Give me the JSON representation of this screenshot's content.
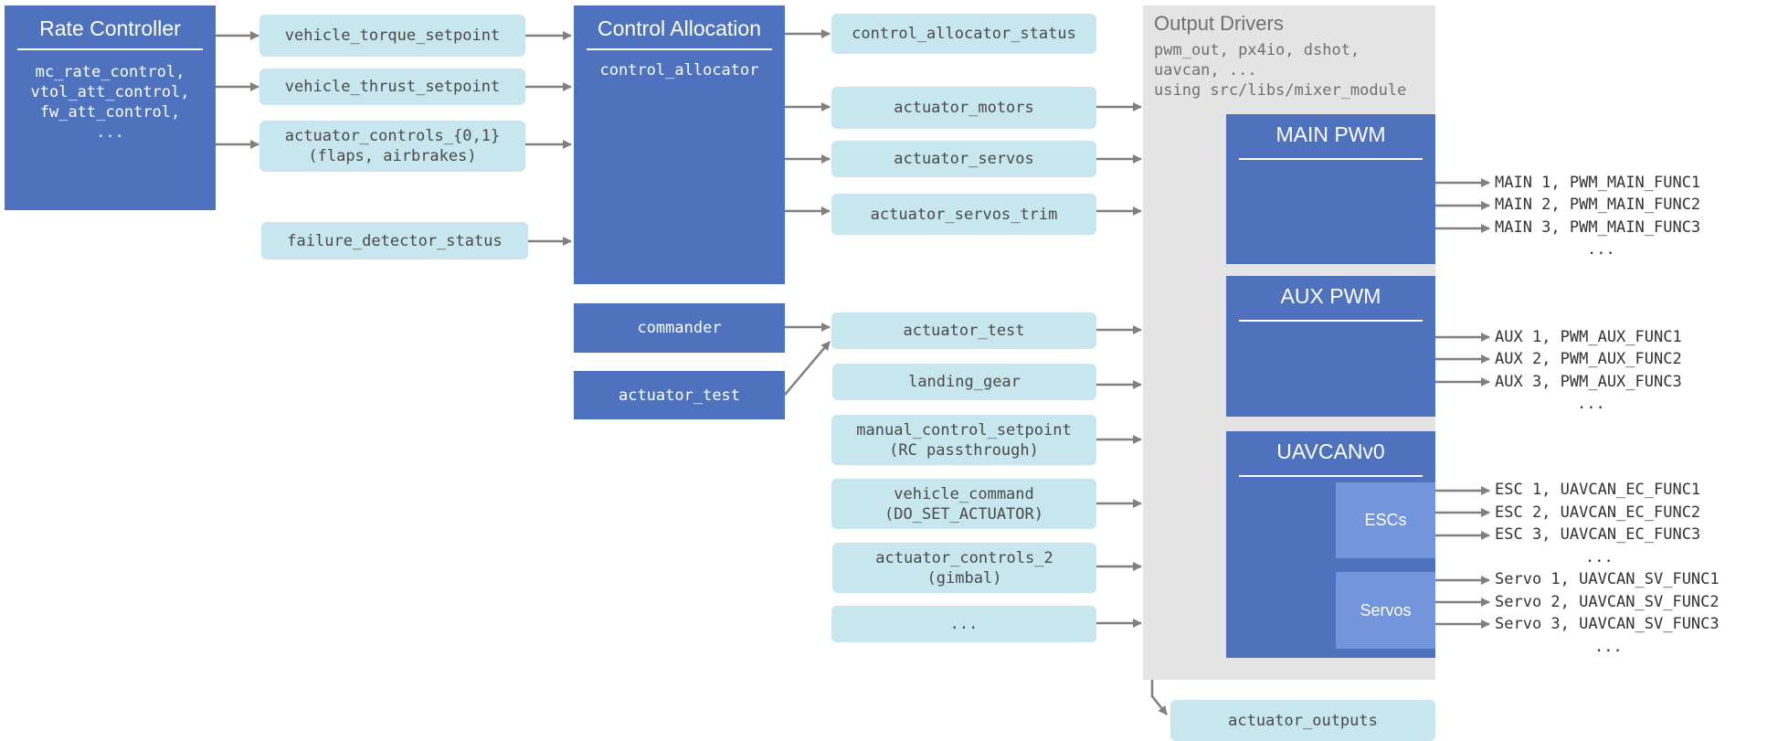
{
  "colors": {
    "block": "#4e72bd",
    "topic": "#c8e6ed",
    "panel": "#e4e4e4",
    "subbox": "#7395db",
    "arrow": "#808080"
  },
  "rate_controller": {
    "title": "Rate Controller",
    "modules": "mc_rate_control,\nvtol_att_control,\nfw_att_control,\n..."
  },
  "rate_topics": [
    "vehicle_torque_setpoint",
    "vehicle_thrust_setpoint",
    "actuator_controls_{0,1}\n(flaps, airbrakes)"
  ],
  "failure_topic": "failure_detector_status",
  "control_allocation": {
    "title": "Control Allocation",
    "module": "control_allocator"
  },
  "commander": "commander",
  "actuator_test_module": "actuator_test",
  "mid_topics": [
    "control_allocator_status",
    "actuator_motors",
    "actuator_servos",
    "actuator_servos_trim",
    "actuator_test",
    "landing_gear",
    "manual_control_setpoint\n(RC passthrough)",
    "vehicle_command\n(DO_SET_ACTUATOR)",
    "actuator_controls_2\n(gimbal)",
    "..."
  ],
  "output_drivers": {
    "title": "Output Drivers",
    "description": "pwm_out, px4io, dshot,\nuavcan, ...\nusing src/libs/mixer_module"
  },
  "main_pwm": {
    "title": "MAIN PWM",
    "outputs": [
      "MAIN 1, PWM_MAIN_FUNC1",
      "MAIN 2, PWM_MAIN_FUNC2",
      "MAIN 3, PWM_MAIN_FUNC3"
    ],
    "more": "..."
  },
  "aux_pwm": {
    "title": "AUX PWM",
    "outputs": [
      "AUX 1, PWM_AUX_FUNC1",
      "AUX 2, PWM_AUX_FUNC2",
      "AUX 3, PWM_AUX_FUNC3"
    ],
    "more": "..."
  },
  "uavcan": {
    "title": "UAVCANv0",
    "escs_label": "ESCs",
    "servos_label": "Servos",
    "esc_outputs": [
      "ESC 1, UAVCAN_EC_FUNC1",
      "ESC 2, UAVCAN_EC_FUNC2",
      "ESC 3, UAVCAN_EC_FUNC3"
    ],
    "esc_more": "...",
    "servo_outputs": [
      "Servo 1, UAVCAN_SV_FUNC1",
      "Servo 2, UAVCAN_SV_FUNC2",
      "Servo 3, UAVCAN_SV_FUNC3"
    ],
    "servo_more": "..."
  },
  "actuator_outputs": "actuator_outputs"
}
